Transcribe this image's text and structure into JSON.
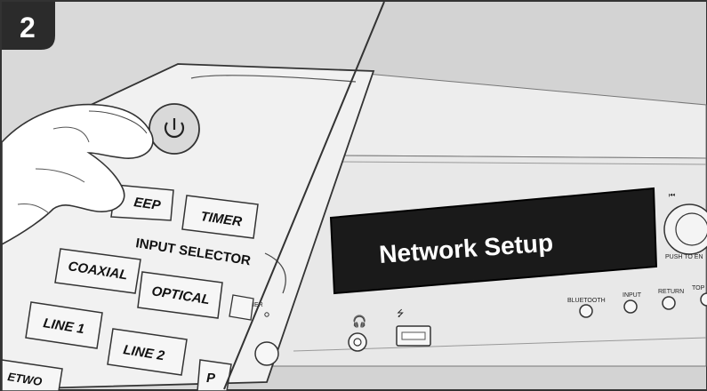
{
  "step_badge": "2",
  "display": {
    "text": "Network Setup"
  },
  "remote": {
    "power_icon": "power-icon",
    "buttons": {
      "sleep": "EEP",
      "timer": "TIMER",
      "coaxial": "COAXIAL",
      "optical": "OPTICAL",
      "line1": "LINE 1",
      "line2": "LINE 2",
      "network": "ETWO",
      "partial": "P"
    },
    "section_label": "INPUT SELECTOR",
    "side_label": "IER"
  },
  "unit": {
    "bluetooth": "BLUETOOTH",
    "input": "INPUT",
    "return": "RETURN",
    "top": "TOP",
    "push_to_enter": "PUSH TO EN",
    "skip_back_icon": "skip-back-icon",
    "headphone_icon": "headphone-icon",
    "usb_icon": "usb-icon"
  },
  "colors": {
    "badge": "#2b2b2b",
    "display_bg": "#1a1a1a",
    "display_text": "#ffffff",
    "unit_bg": "#e3e3e3",
    "background": "#d0d0d0"
  }
}
